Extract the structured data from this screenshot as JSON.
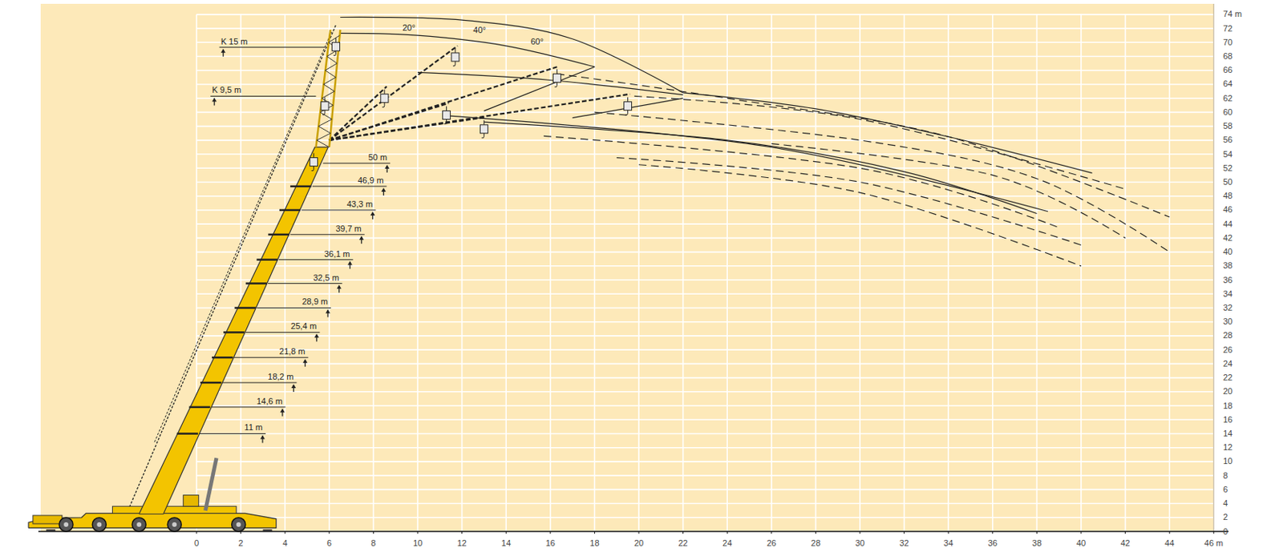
{
  "diagram": {
    "labels": [
      "K 15 m",
      "K 9,5 m",
      "20°",
      "40°",
      "60°",
      "50 m",
      "46,9 m",
      "43,3 m",
      "39,7 m",
      "36,1 m",
      "32,5 m",
      "28,9 m",
      "25,4 m",
      "21,8 m",
      "18,2 m",
      "14,6 m",
      "11 m",
      "74 m",
      "72",
      "70",
      "68",
      "66",
      "64",
      "62",
      "60",
      "58",
      "56",
      "54",
      "52",
      "50",
      "48",
      "46",
      "44",
      "42",
      "40",
      "38",
      "36",
      "34",
      "32",
      "30",
      "28",
      "26",
      "24",
      "22",
      "20",
      "18",
      "16",
      "14",
      "12",
      "10",
      "8",
      "6",
      "4",
      "2",
      "0",
      "0",
      "2",
      "4",
      "6",
      "8",
      "10",
      "12",
      "14",
      "16",
      "18",
      "20",
      "22",
      "24",
      "26",
      "28",
      "30",
      "32",
      "34",
      "36",
      "38",
      "40",
      "42",
      "44",
      "46 m"
    ]
  }
}
